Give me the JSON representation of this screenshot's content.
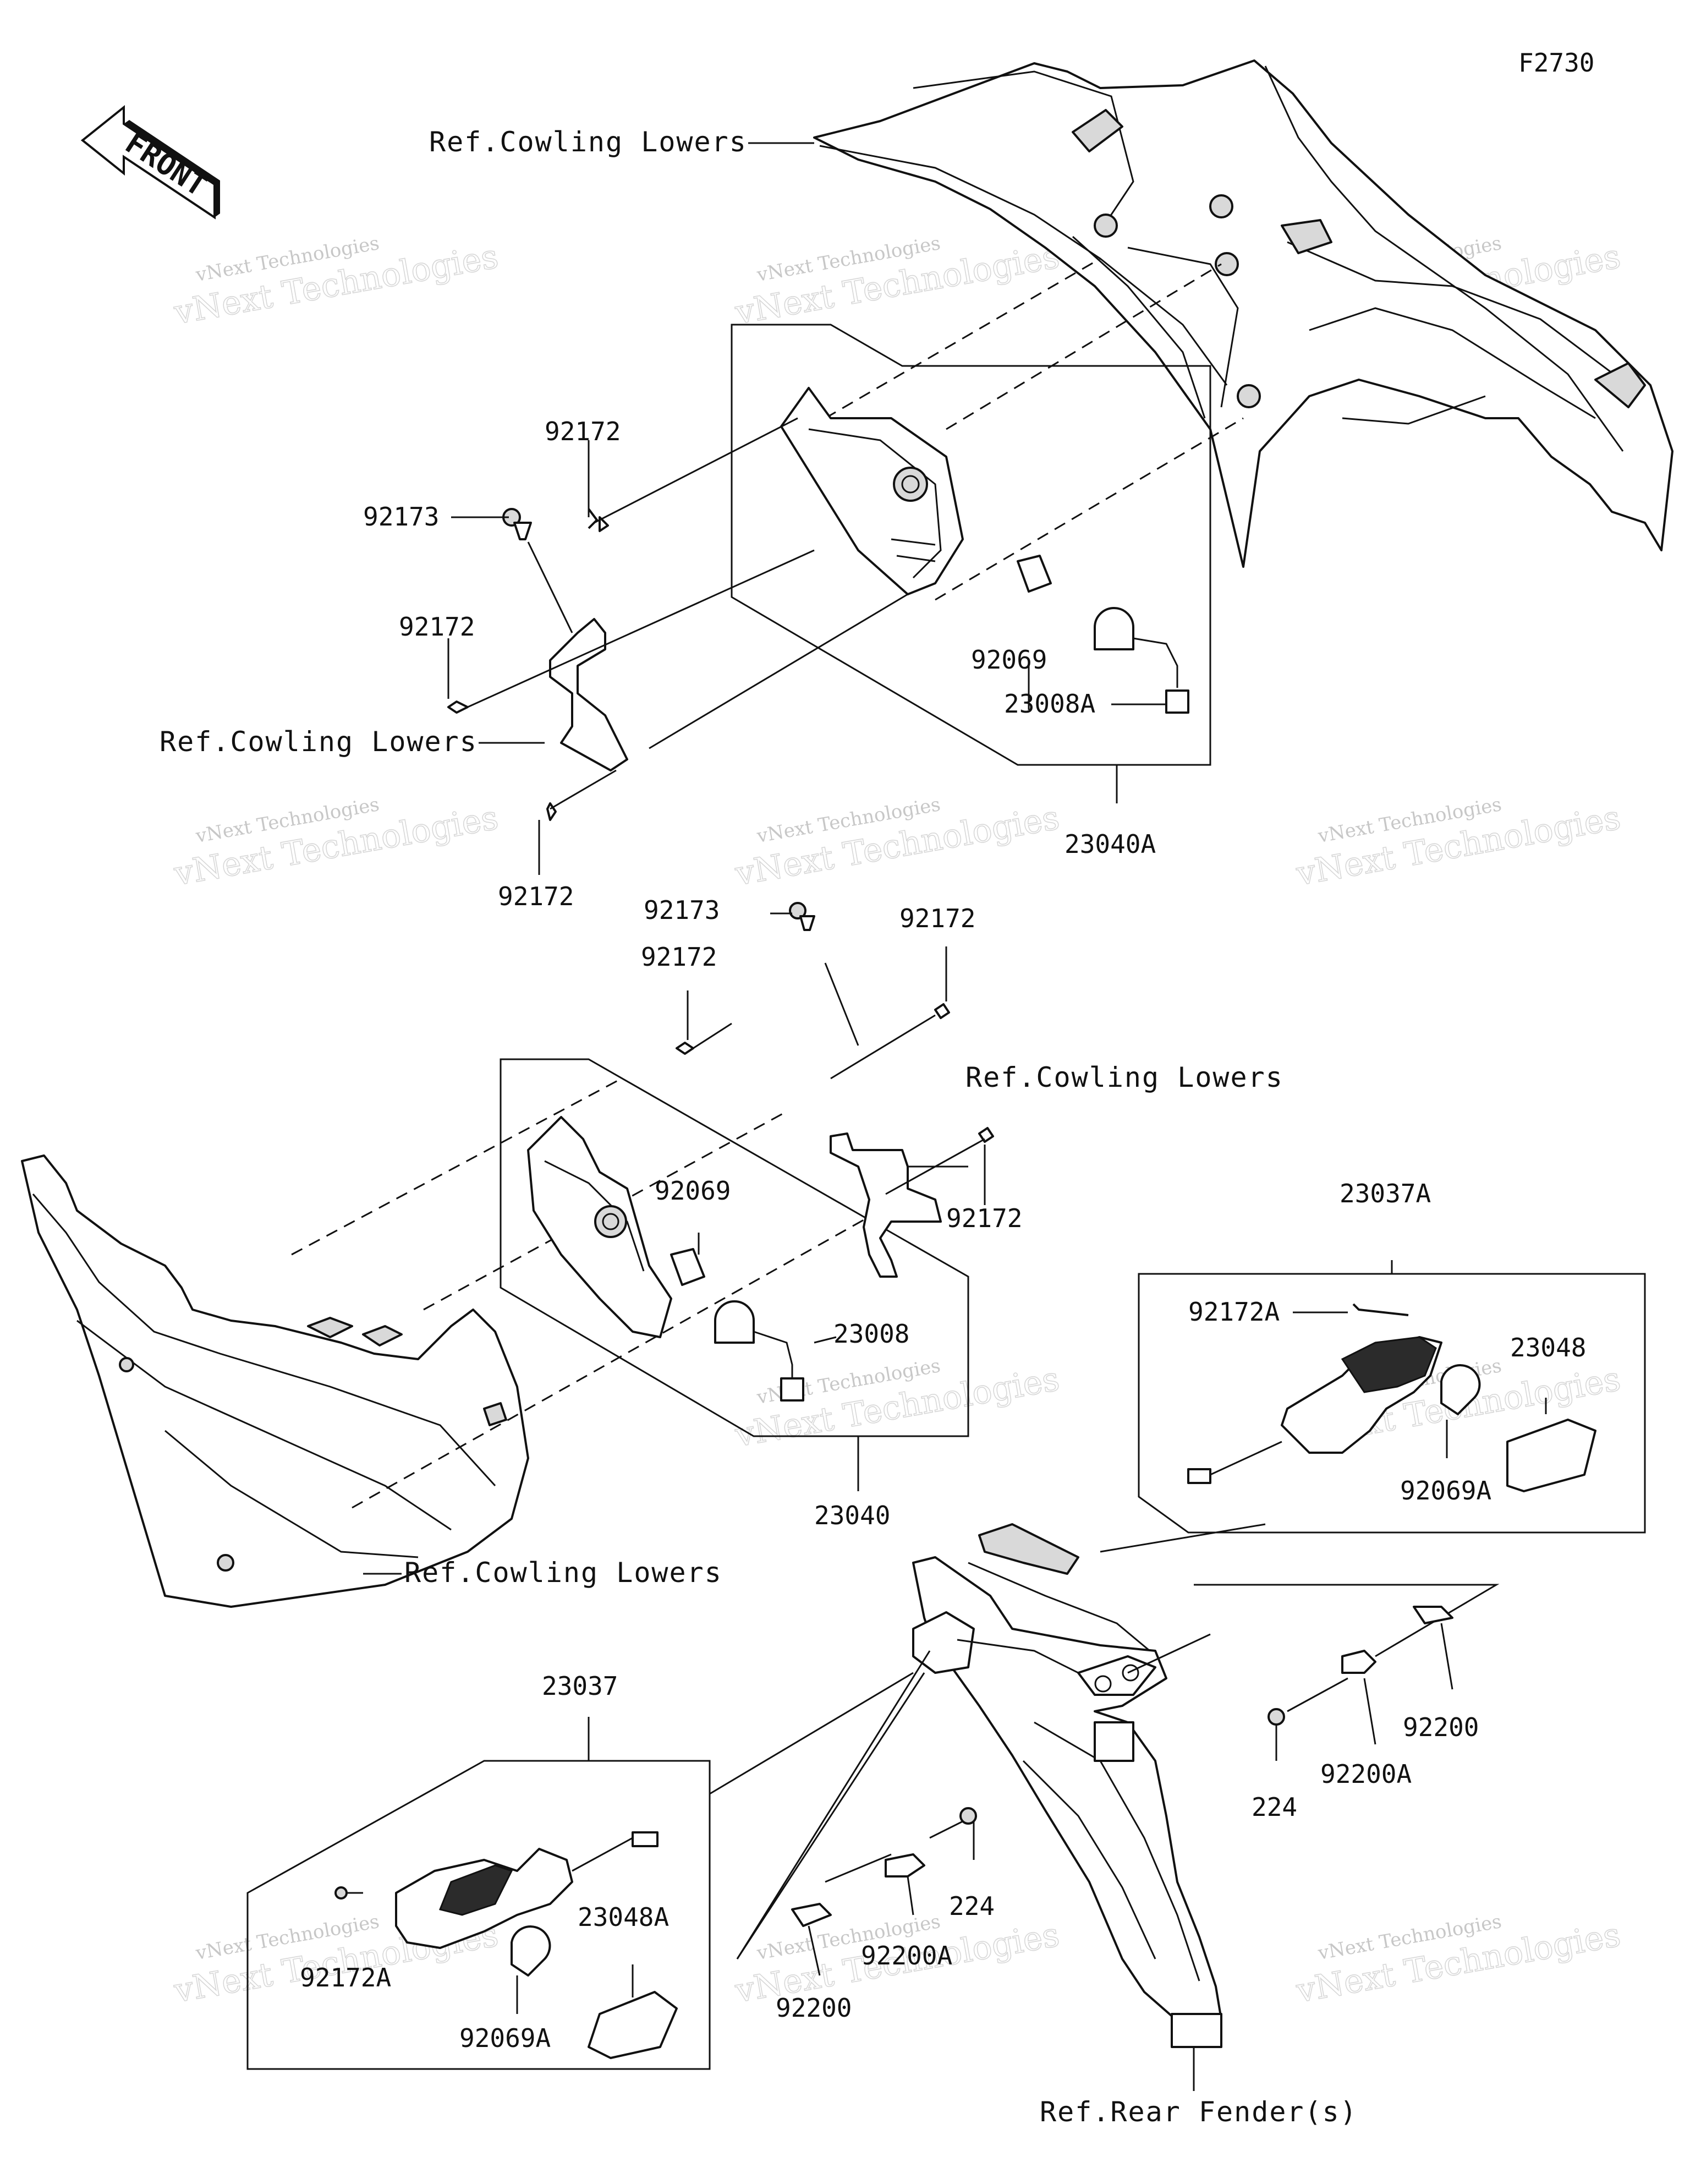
{
  "figure_code": "F2730",
  "front_indicator": "FRONT",
  "watermark": {
    "line1": "vNext Technologies",
    "line2": "vNext Technologies"
  },
  "labels": {
    "ref_cowling_top": "Ref.Cowling Lowers",
    "ref_cowling_left": "Ref.Cowling Lowers",
    "ref_cowling_mid": "Ref.Cowling Lowers",
    "ref_cowling_bottom": "Ref.Cowling Lowers",
    "ref_rear_fender": "Ref.Rear Fender(s)"
  },
  "parts": {
    "p92172_a": "92172",
    "p92173_a": "92173",
    "p92172_b": "92172",
    "p92172_c": "92172",
    "p92069_a": "92069",
    "p23008A": "23008A",
    "p23040A": "23040A",
    "p92173_b": "92173",
    "p92172_d": "92172",
    "p92172_e": "92172",
    "p92172_f": "92172",
    "p92069_b": "92069",
    "p23008": "23008",
    "p23040": "23040",
    "p23037A": "23037A",
    "p92172A_a": "92172A",
    "p23048": "23048",
    "p92069A_a": "92069A",
    "p92200_a": "92200",
    "p92200A_a": "92200A",
    "p224_a": "224",
    "p23037": "23037",
    "p23048A": "23048A",
    "p92172A_b": "92172A",
    "p92069A_b": "92069A",
    "p224_b": "224",
    "p92200A_b": "92200A",
    "p92200_b": "92200"
  }
}
